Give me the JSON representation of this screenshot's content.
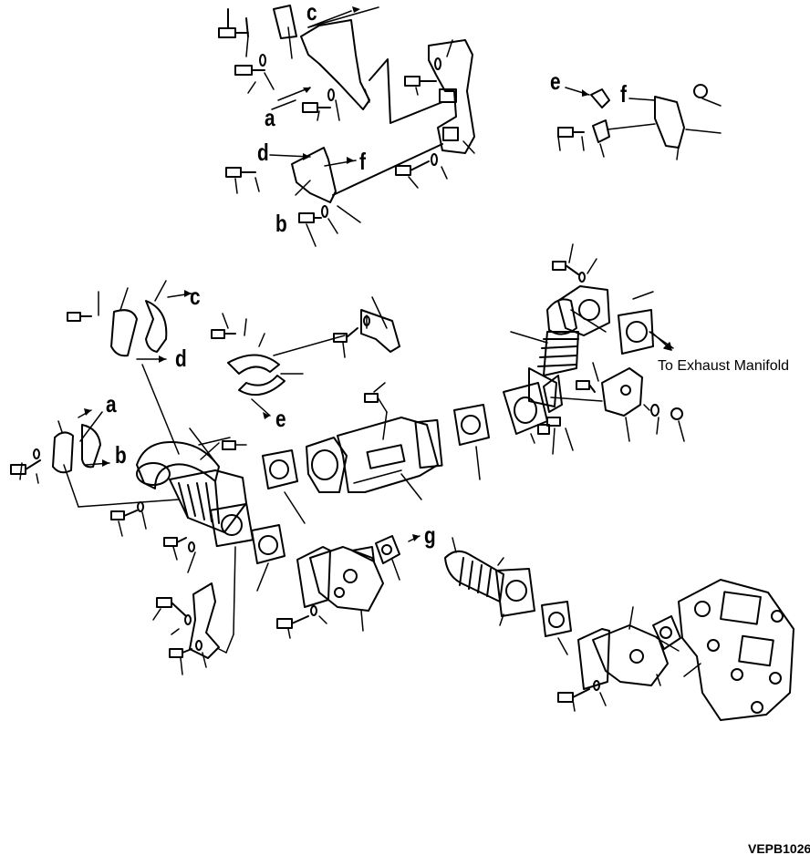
{
  "labels": {
    "a": "a",
    "b": "b",
    "c": "c",
    "d": "d",
    "e": "e",
    "f": "f",
    "g": "g"
  },
  "note": "To Exhaust Manifold",
  "drawing_code": "VEPB1026"
}
